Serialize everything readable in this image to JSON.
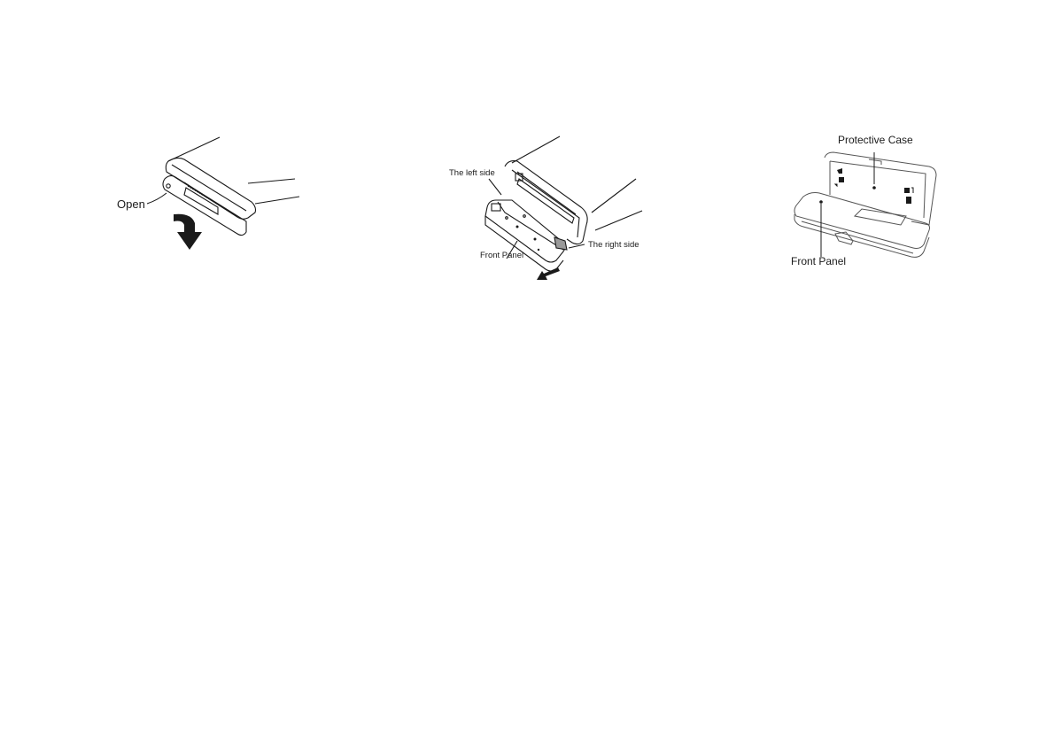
{
  "figures": [
    {
      "id": "open-panel",
      "description": "Unit front with panel swinging down",
      "labels": {
        "open": "Open"
      },
      "icons": [
        "curved-down-arrow-icon"
      ]
    },
    {
      "id": "detach-panel",
      "description": "Removing front panel from unit",
      "labels": {
        "left_side": "The left side",
        "right_side": "The right side",
        "front_panel": "Front Panel"
      },
      "icons": [
        "pull-arrow-icon"
      ]
    },
    {
      "id": "protective-case",
      "description": "Front panel stored in the open protective case",
      "labels": {
        "protective_case": "Protective Case",
        "front_panel": "Front Panel"
      }
    }
  ],
  "colors": {
    "line": "#1a1a1a",
    "background": "#ffffff"
  }
}
